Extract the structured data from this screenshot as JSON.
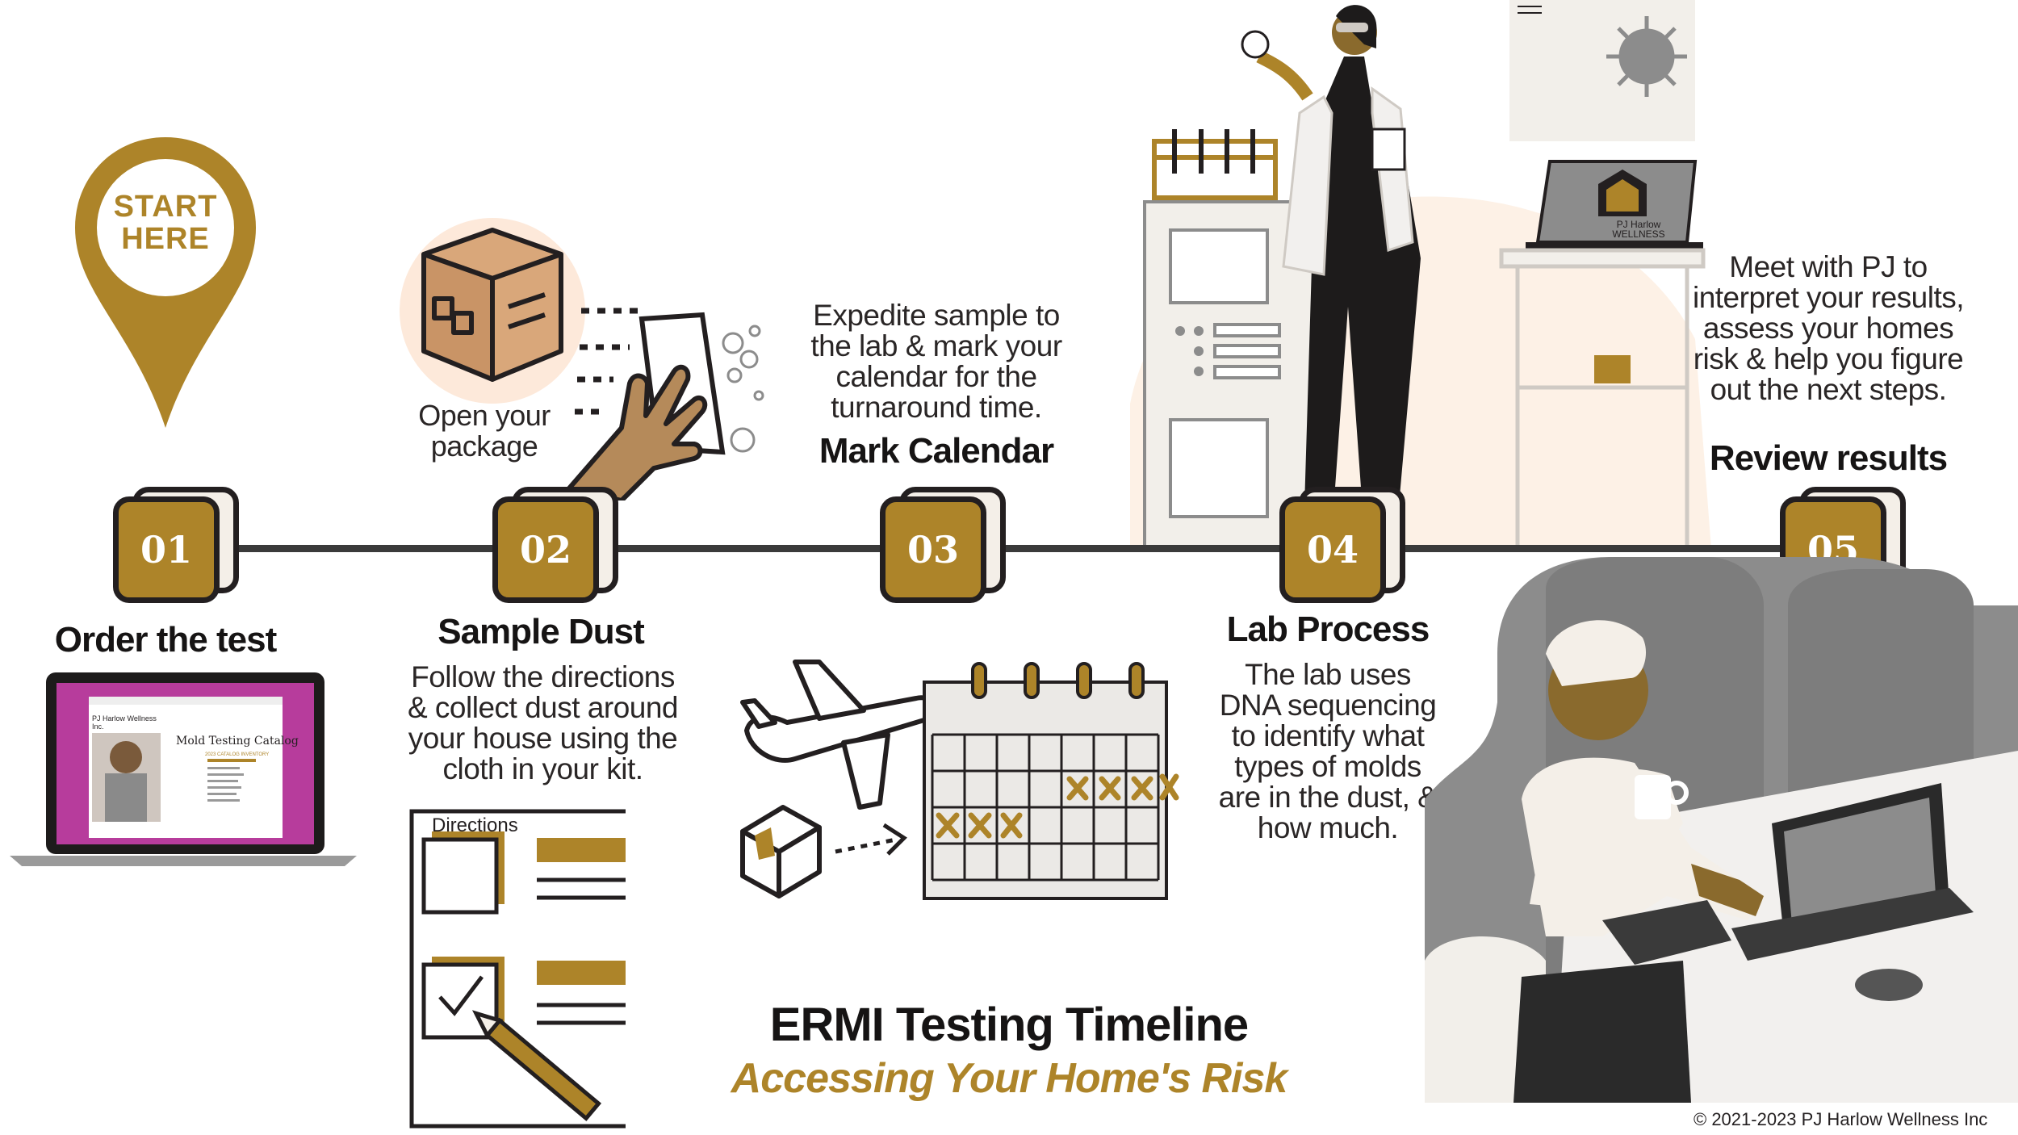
{
  "start_pin": {
    "label_line1": "START",
    "label_line2": "HERE"
  },
  "steps": [
    {
      "number": "01",
      "title": "Order the test",
      "description": ""
    },
    {
      "number": "02",
      "title": "Sample Dust",
      "description": "Follow the directions & collect dust around your house using the cloth in your kit."
    },
    {
      "number": "03",
      "title": "Mark Calendar",
      "description": "Expedite sample to the lab & mark your calendar for the turnaround time."
    },
    {
      "number": "04",
      "title": "Lab Process",
      "description": "The lab uses DNA sequencing to identify what types of molds are in the dust, & how much."
    },
    {
      "number": "05",
      "title": "Review results",
      "description": "Meet with PJ to interpret your results, assess your homes risk & help you figure out the next steps."
    }
  ],
  "package_caption": "Open your package",
  "directions_sheet": {
    "heading": "Directions"
  },
  "laptop_screen": {
    "brand": "PJ Harlow Wellness Inc.",
    "catalog_title": "Mold Testing Catalog",
    "section_heading": "2023 CATALOG INVENTORY"
  },
  "lab_laptop_brand": {
    "line1": "PJ Harlow",
    "line2": "WELLNESS"
  },
  "footer": {
    "title": "ERMI Testing Timeline",
    "subtitle": "Accessing Your Home's Risk",
    "copyright": "© 2021-2023 PJ Harlow Wellness Inc"
  },
  "colors": {
    "gold": "#ad8429",
    "dark": "#231f20",
    "cream": "#f4efe8",
    "peach": "#fde9da",
    "gray": "#8c8c8c"
  }
}
